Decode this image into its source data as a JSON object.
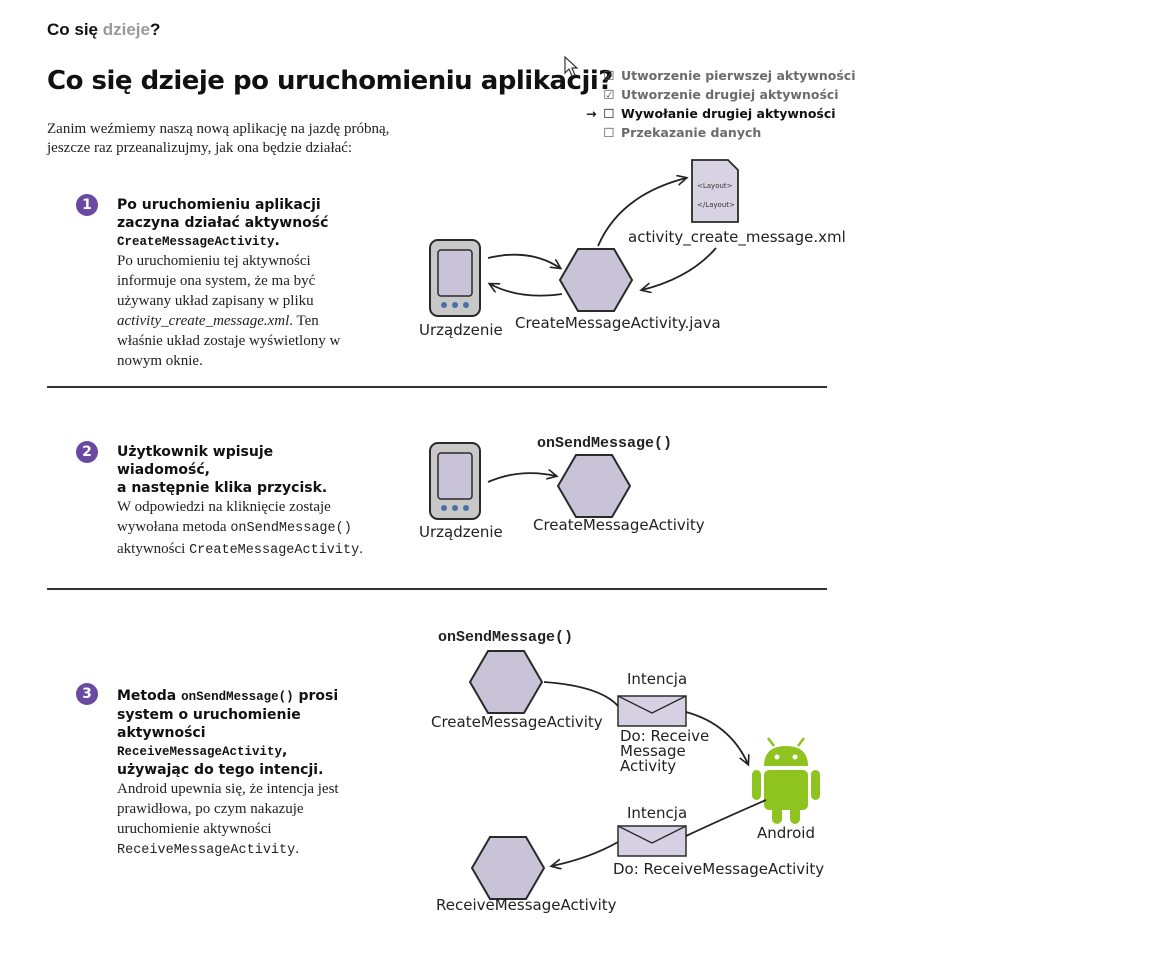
{
  "header": {
    "breadcrumb_main": "Co się ",
    "breadcrumb_gray": "dzieje",
    "breadcrumb_end": "?",
    "title": "Co się dzieje po uruchomieniu aplikacji?",
    "intro": "Zanim weźmiemy naszą nową aplikację na jazdę próbną, jeszcze raz przeanalizujmy, jak ona będzie działać:"
  },
  "checklist": [
    {
      "label": "Utworzenie pierwszej aktywności",
      "checked": true
    },
    {
      "label": "Utworzenie drugiej aktywności",
      "checked": true
    },
    {
      "label": "Wywołanie drugiej aktywności",
      "checked": false,
      "current": true
    },
    {
      "label": "Przekazanie danych",
      "checked": false
    }
  ],
  "steps": [
    {
      "number": "1",
      "lead1": "Po uruchomieniu aplikacji",
      "lead2": "zaczyna działać aktywność",
      "lead_code": "CreateMessageActivity",
      "lead_end": ".",
      "body1": "Po uruchomieniu tej aktywności informuje ona system, że ma być używany układ zapisany w pliku",
      "body_file": "activity_create_message.xml",
      "body_file_end": ".",
      "body2": "Ten właśnie układ zostaje wyświetlony w nowym oknie."
    },
    {
      "number": "2",
      "lead1": "Użytkownik wpisuje wiadomość,",
      "lead2": "a następnie klika przycisk.",
      "body1": "W odpowiedzi na kliknięcie zostaje wywołana metoda",
      "body_code1": "onSendMessage()",
      "body2": "aktywności",
      "body_code2": "CreateMessageActivity",
      "body_end": "."
    },
    {
      "number": "3",
      "lead1": "Metoda",
      "lead_code1": "onSendMessage()",
      "lead2": "prosi",
      "lead3": "system o uruchomienie aktywności",
      "lead_code2": "ReceiveMessageActivity",
      "lead_comma": ",",
      "lead4": "używając do tego intencji.",
      "body1": "Android upewnia się, że intencja jest prawidłowa, po czym nakazuje uruchomienie aktywności",
      "body_code": "ReceiveMessageActivity",
      "body_end": "."
    }
  ],
  "diagram1": {
    "device": "Urządzenie",
    "activity": "CreateMessageActivity.java",
    "layout_file": "activity_create_message.xml",
    "doc_line1": "<Layout>",
    "doc_line2": "</Layout>"
  },
  "diagram2": {
    "method": "onSendMessage()",
    "device": "Urządzenie",
    "activity": "CreateMessageActivity"
  },
  "diagram3": {
    "method": "onSendMessage()",
    "create_activity": "CreateMessageActivity",
    "intent1": "Intencja",
    "intent1_to_line1": "Do: Receive",
    "intent1_to_line2": "Message",
    "intent1_to_line3": "Activity",
    "android": "Android",
    "intent2": "Intencja",
    "intent2_to": "Do: ReceiveMessageActivity",
    "receive_activity": "ReceiveMessageActivity"
  },
  "colors": {
    "hexagon_fill": "#c9c3d8",
    "step_number_bg": "#6a4aa1",
    "android_green": "#8fc31f",
    "envelope_fill": "#d6d0e3"
  }
}
